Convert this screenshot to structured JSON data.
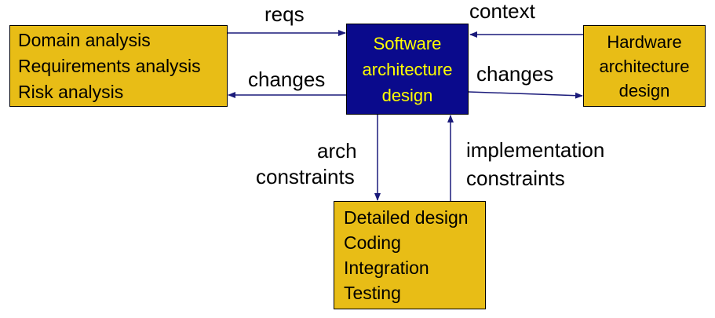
{
  "boxes": {
    "left": [
      "Domain analysis",
      "Requirements analysis",
      "Risk analysis"
    ],
    "center": [
      "Software",
      "architecture",
      "design"
    ],
    "right": [
      "Hardware",
      "architecture",
      "design"
    ],
    "bottom": [
      "Detailed design",
      "Coding",
      "Integration",
      "Testing"
    ]
  },
  "labels": {
    "reqs": "reqs",
    "context": "context",
    "changes_left": "changes",
    "changes_right": "changes",
    "arch": "arch",
    "arch_constraints": "constraints",
    "implementation": "implementation",
    "implementation_constraints": "constraints"
  },
  "colors": {
    "yellow_box": "#e8bd16",
    "blue_box": "#0a0a8c",
    "blue_box_text": "#ffff00",
    "arrow": "#1a1a7a"
  }
}
